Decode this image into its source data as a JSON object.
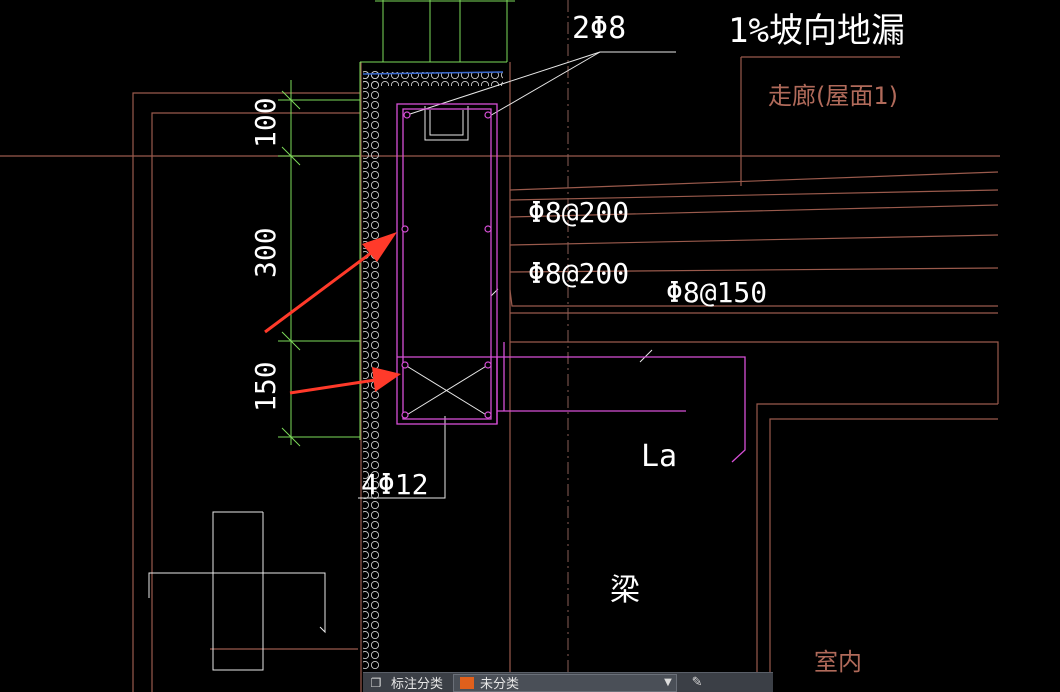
{
  "drawing": {
    "rebar_top": "2Φ8",
    "slope_note": "1%坡向地漏",
    "corridor_label": "走廊(屋面1)",
    "slab_rebar_1": "Φ8@200",
    "slab_rebar_2": "Φ8@200",
    "slab_rebar_3": "Φ8@150",
    "dim_100": "100",
    "dim_300": "300",
    "dim_150": "150",
    "beam_rebar": "4Φ12",
    "anchor_label": "La",
    "beam_label": "梁",
    "indoor_label": "室内"
  },
  "colors": {
    "magenta": "#d64fd6",
    "brown": "#9a5a4c",
    "green": "#7ddc5a",
    "red_arrow": "#ff3a2a",
    "layer_swatch": "#e0601c"
  },
  "toolbar": {
    "layers_icon": "layers-icon",
    "annotation_label": "标注分类",
    "layer_selected": "未分类",
    "edit_icon": "pencil-edit-icon"
  }
}
